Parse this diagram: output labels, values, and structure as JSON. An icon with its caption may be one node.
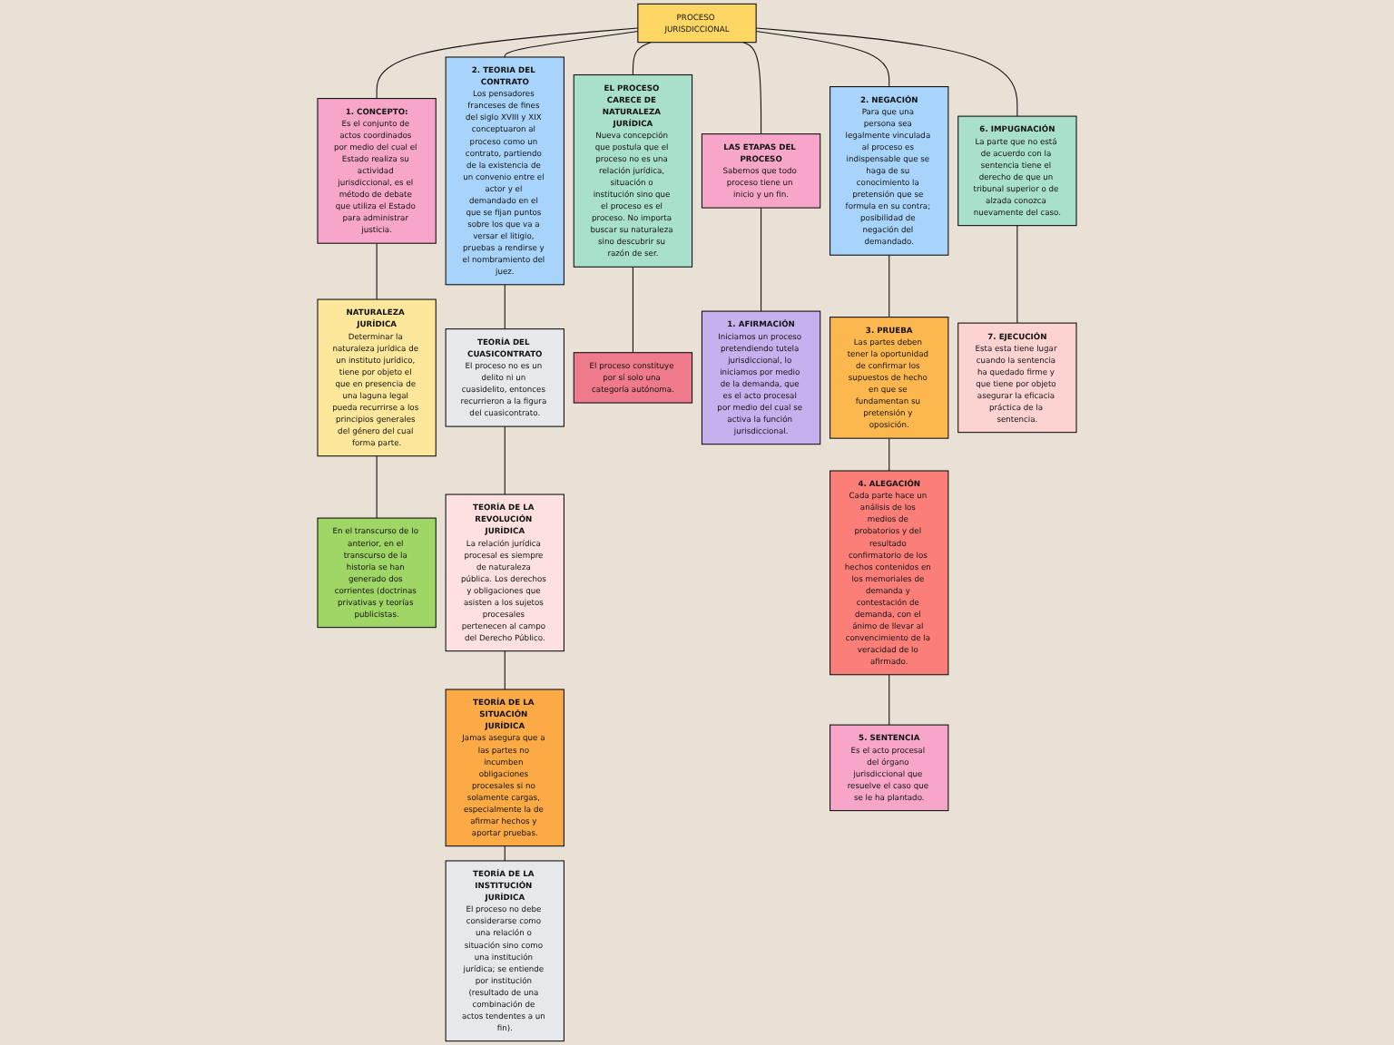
{
  "diagram": {
    "nodes": [
      {
        "text": [
          "PROCESO JURISDICCIONAL"
        ]
      },
      {
        "text": [
          "1. CONCEPTO:",
          "Es el conjunto de actos coordinados por medio del cual el Estado realiza su actividad jurisdiccional, es el método de debate que utiliza el Estado para administrar justicia."
        ]
      },
      {
        "text": [
          "2. TEORIA DEL CONTRATO",
          "Los pensadores franceses de fines del siglo XVIII y XIX conceptuaron al proceso como un contrato, partiendo de la existencia de un convenio entre el actor y el demandado en el que se fijan puntos sobre los que va a versar el litigio, pruebas a rendirse y el nombramiento del juez."
        ]
      },
      {
        "text": [
          "EL PROCESO CARECE DE NATURALEZA JURÍDICA",
          "Nueva concepción que postula que el proceso no es una relación jurídica, situación o institución sino que el proceso es el proceso. No importa buscar su naturaleza sino descubrir su razón de ser."
        ]
      },
      {
        "text": [
          "LAS ETAPAS DEL PROCESO",
          "Sabemos que todo proceso tiene un inicio y un fin."
        ]
      },
      {
        "text": [
          "2. NEGACIÓN",
          "Para que una persona sea legalmente vinculada al proceso es indispensable que se haga de su conocimiento la pretensión que se formula en su contra; posibilidad de negación del demandado."
        ]
      },
      {
        "text": [
          "6. IMPUGNACIÓN",
          "La parte que no está de acuerdo con la sentencia tiene el derecho de que un tribunal superior o de alzada conozca nuevamente del caso."
        ]
      },
      {
        "text": [
          "NATURALEZA JURÍDICA",
          "Determinar la naturaleza jurídica de un instituto jurídico, tiene por objeto el que en presencia de una laguna legal pueda recurrirse a los principios generales del género del cual forma parte."
        ]
      },
      {
        "text": [
          "En el transcurso de lo anterior, en el transcurso de la historia se han generado dos corrientes (doctrinas privativas y teorías publicistas."
        ]
      },
      {
        "text": [
          "TEORÍA DEL CUASICONTRATO",
          "El proceso no es un delito ni un cuasidelito, entonces recurrieron a la figura del cuasicontrato."
        ]
      },
      {
        "text": [
          "TEORÍA DE LA REVOLUCIÓN JURÍDICA",
          "La relación jurídica procesal es siempre de naturaleza pública. Los derechos y obligaciones que asisten a los sujetos procesales pertenecen al campo del Derecho Público."
        ]
      },
      {
        "text": [
          "TEORÍA DE LA SITUACIÓN JURÍDICA",
          "Jamas asegura que a las partes no incumben obligaciones procesales si no solamente cargas, especialmente la de afirmar hechos y aportar pruebas."
        ]
      },
      {
        "text": [
          "TEORÍA DE LA INSTITUCIÓN JURÍDICA",
          "El proceso no debe considerarse como una relación o situación sino como una institución jurídica; se entiende por institución (resultado de una combinación de actos tendentes a un fin)."
        ]
      },
      {
        "text": [
          "El proceso constituye por sí solo una categoría autónoma."
        ]
      },
      {
        "text": [
          "1. AFIRMACIÓN",
          "Iniciamos un proceso pretendiendo tutela jurisdiccional, lo iniciamos por medio de la demanda, que es el acto procesal por medio del cual se activa la función jurisdiccional."
        ]
      },
      {
        "text": [
          "3. PRUEBA",
          "Las partes deben tener la oportunidad de confirmar los supuestos de hecho en que se fundamentan su pretensión y oposición."
        ]
      },
      {
        "text": [
          "4. ALEGACIÓN",
          "Cada parte hace un análisis de los medios de probatorios y del resultado confirmatorio de los hechos contenidos en los memoriales de demanda y contestación de demanda, con el ánimo de llevar al convencimiento de la veracidad de lo afirmado."
        ]
      },
      {
        "text": [
          "5. SENTENCIA",
          "Es el acto procesal del órgano jurisdiccional que resuelve el caso que se le ha plantado."
        ]
      },
      {
        "text": [
          "7. EJECUCIÓN",
          "Esta esta tiene lugar cuando la sentencia ha quedado firme y que tiene por objeto asegurar la eficacia práctica de la sentencia."
        ]
      }
    ],
    "edges": [
      {
        "from": 0,
        "to": 1,
        "arrow": "none"
      },
      {
        "from": 0,
        "to": 2,
        "arrow": "none"
      },
      {
        "from": 0,
        "to": 3,
        "arrow": "none"
      },
      {
        "from": 0,
        "to": 4,
        "arrow": "none"
      },
      {
        "from": 0,
        "to": 5,
        "arrow": "none"
      },
      {
        "from": 0,
        "to": 6,
        "arrow": "none"
      },
      {
        "from": 1,
        "to": 7,
        "arrow": "none"
      },
      {
        "from": 7,
        "to": 8,
        "arrow": "none"
      },
      {
        "from": 2,
        "to": 9,
        "arrow": "none"
      },
      {
        "from": 9,
        "to": 10,
        "arrow": "none"
      },
      {
        "from": 10,
        "to": 11,
        "arrow": "none"
      },
      {
        "from": 11,
        "to": 12,
        "arrow": "none"
      },
      {
        "from": 3,
        "to": 13,
        "arrow": "none"
      },
      {
        "from": 4,
        "to": 14,
        "arrow": "none"
      },
      {
        "from": 5,
        "to": 15,
        "arrow": "none"
      },
      {
        "from": 15,
        "to": 16,
        "arrow": "none"
      },
      {
        "from": 16,
        "to": 17,
        "arrow": "none"
      },
      {
        "from": 6,
        "to": 18,
        "arrow": "none"
      }
    ]
  }
}
